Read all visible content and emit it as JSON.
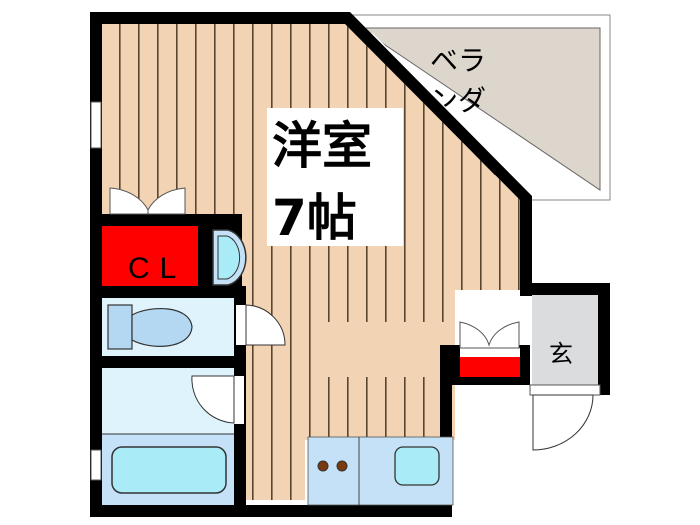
{
  "floor_plan": {
    "rooms": {
      "western_room": {
        "name": "洋室",
        "size": "7帖"
      },
      "balcony": {
        "name_line1": "ベラ",
        "name_line2": "ンダ"
      },
      "closet": {
        "name": "CL"
      },
      "entrance": {
        "name": "玄"
      }
    },
    "fixtures": [
      "washing-machine-space",
      "toilet",
      "bathtub",
      "kitchen-stove",
      "kitchen-sink",
      "shoe-cabinet"
    ],
    "colors": {
      "floor_wood": "#f2d3b4",
      "floor_line": "#5a4530",
      "wall": "#000000",
      "wet_area": "#dff3fc",
      "bath_area": "#c4e1f7",
      "fixture_fill": "#b5d8f2",
      "water_fill": "#a9ecf7",
      "closet_red": "#ff0000",
      "balcony": "#ddd6cc",
      "entrance": "#dadcde",
      "stove_burner": "#7a3a10"
    }
  }
}
